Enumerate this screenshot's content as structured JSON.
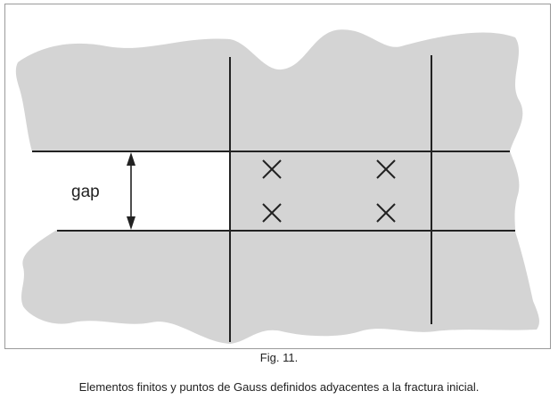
{
  "figure": {
    "label_gap": "gap",
    "number": "Fig. 11.",
    "caption": "Elementos finitos y puntos de Gauss definidos adyacentes a la fractura inicial."
  },
  "colors": {
    "material": "#d4d4d4",
    "lines": "#222222",
    "frame": "#9a9a9a",
    "background": "#ffffff"
  },
  "icons": {
    "gauss_point": "cross-mark-icon",
    "gap_dimension": "double-arrow-icon"
  }
}
